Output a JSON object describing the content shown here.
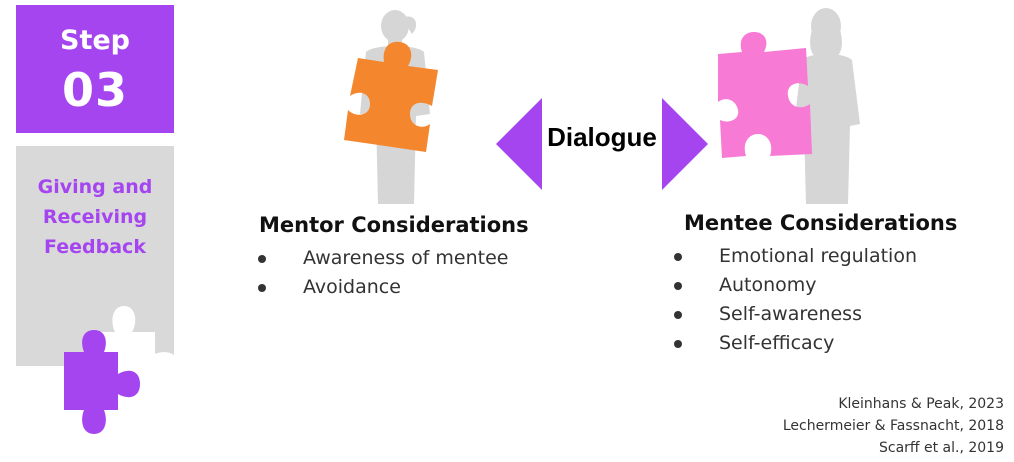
{
  "step": {
    "word": "Step",
    "number": "03"
  },
  "topic": {
    "lines": [
      "Giving and",
      "Receiving",
      "Feedback"
    ]
  },
  "dialogue": {
    "label": "Dialogue"
  },
  "mentor": {
    "heading": "Mentor Considerations",
    "items": [
      "Awareness of mentee",
      "Avoidance"
    ]
  },
  "mentee": {
    "heading": "Mentee Considerations",
    "items": [
      "Emotional regulation",
      "Autonomy",
      "Self-awareness",
      "Self-efficacy"
    ]
  },
  "references": [
    "Kleinhans & Peak, 2023",
    "Lechermeier & Fassnacht, 2018",
    "Scarff et al., 2019"
  ],
  "colors": {
    "purple": "#a545f0",
    "orange": "#f4862d",
    "pink": "#f77ad5",
    "gray_panel": "#d9d9d9",
    "silhouette": "#d6d6d6"
  },
  "icons": [
    "mentor-silhouette-icon",
    "mentee-silhouette-icon",
    "orange-puzzle-piece-icon",
    "pink-puzzle-piece-icon",
    "double-arrow-icon",
    "purple-puzzle-piece-icon",
    "white-puzzle-piece-icon"
  ]
}
